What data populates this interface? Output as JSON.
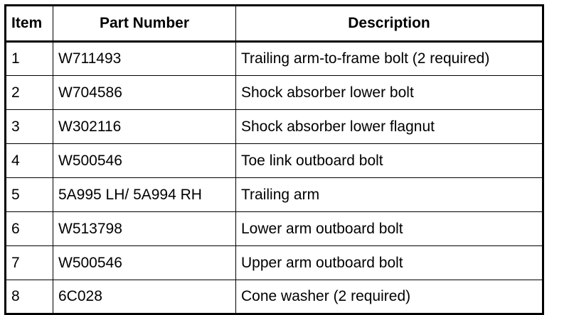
{
  "table": {
    "headers": {
      "item": "Item",
      "part_number": "Part Number",
      "description": "Description"
    },
    "rows": [
      {
        "item": "1",
        "part_number": "W711493",
        "description": "Trailing arm-to-frame bolt (2 required)"
      },
      {
        "item": "2",
        "part_number": "W704586",
        "description": "Shock absorber lower bolt"
      },
      {
        "item": "3",
        "part_number": "W302116",
        "description": "Shock absorber lower flagnut"
      },
      {
        "item": "4",
        "part_number": "W500546",
        "description": "Toe link outboard bolt"
      },
      {
        "item": "5",
        "part_number": "5A995 LH/ 5A994 RH",
        "description": "Trailing arm"
      },
      {
        "item": "6",
        "part_number": "W513798",
        "description": "Lower arm outboard bolt"
      },
      {
        "item": "7",
        "part_number": "W500546",
        "description": "Upper arm outboard bolt"
      },
      {
        "item": "8",
        "part_number": "6C028",
        "description": "Cone washer (2 required)"
      }
    ]
  }
}
